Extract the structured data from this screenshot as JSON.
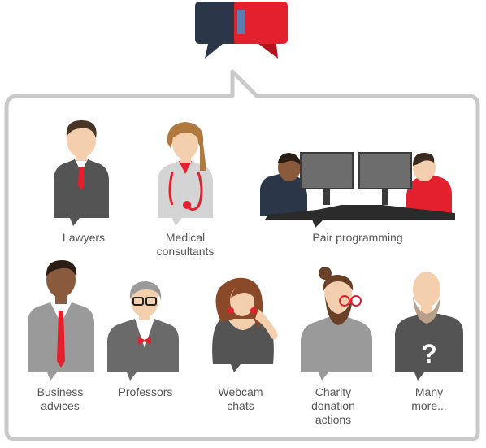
{
  "colors": {
    "frame": "#c9c9c9",
    "logo_blue": "#2b3648",
    "logo_red": "#e5202e",
    "skin": "#f4cfae",
    "skin_dark": "#8a5a3c",
    "suit": "#545454",
    "suit_light": "#9a9a9a",
    "red": "#e5202e",
    "text": "#555555"
  },
  "people": [
    {
      "id": "lawyers",
      "label": "Lawyers",
      "icon": "lawyer-icon"
    },
    {
      "id": "medical",
      "label": "Medical\nconsultants",
      "icon": "doctor-icon"
    },
    {
      "id": "pair",
      "label": "Pair programming",
      "icon": "pair-programming-icon"
    },
    {
      "id": "business",
      "label": "Business\nadvices",
      "icon": "businessman-icon"
    },
    {
      "id": "professors",
      "label": "Professors",
      "icon": "professor-icon"
    },
    {
      "id": "webcam",
      "label": "Webcam\nchats",
      "icon": "webcam-woman-icon"
    },
    {
      "id": "charity",
      "label": "Charity\ndonation\nactions",
      "icon": "hipster-icon"
    },
    {
      "id": "many",
      "label": "Many\nmore...",
      "icon": "unknown-person-icon"
    }
  ],
  "question_mark": "?"
}
